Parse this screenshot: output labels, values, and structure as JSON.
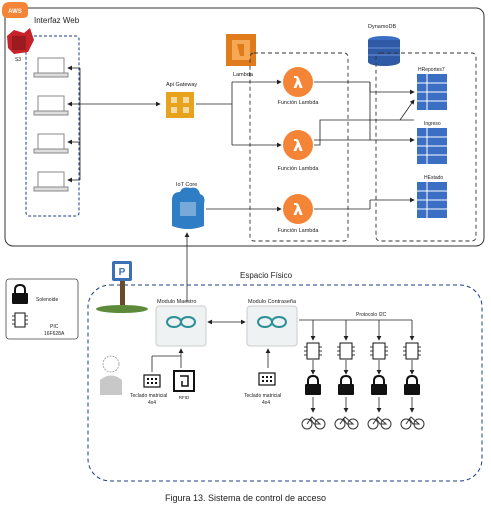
{
  "aws_badge": "AWS",
  "web": {
    "title": "Interfaz Web",
    "s3_label": "S3"
  },
  "api_gateway": {
    "label": "Api Gateway"
  },
  "lambda_service": {
    "label": "Lambda"
  },
  "functions": [
    {
      "label": "Función Lambda"
    },
    {
      "label": "Función Lambda"
    },
    {
      "label": "Función Lambda"
    }
  ],
  "iot_core": {
    "label": "IoT Core"
  },
  "dynamodb": {
    "label": "DynamoDB",
    "tables": [
      {
        "label": "HReportes7"
      },
      {
        "label": "Ingreso"
      },
      {
        "label": "HEstado"
      }
    ]
  },
  "legend": {
    "solenoid_label": "Solenoide",
    "pic_label_1": "PIC",
    "pic_label_2": "16F628A"
  },
  "physical": {
    "title": "Espacio Físico",
    "parking_sign": "P",
    "master_module": "Modulo Maestro",
    "password_module": "Modulo Contraseña",
    "keypad_master_1": "Teclado matricial",
    "keypad_master_2": "4x4",
    "rfid_label": "RFID",
    "keypad_password_1": "Teclado matricial",
    "keypad_password_2": "4x4",
    "protocol_label": "Protocolo I2C"
  },
  "caption": "Figura 13. Sistema de control de acceso"
}
